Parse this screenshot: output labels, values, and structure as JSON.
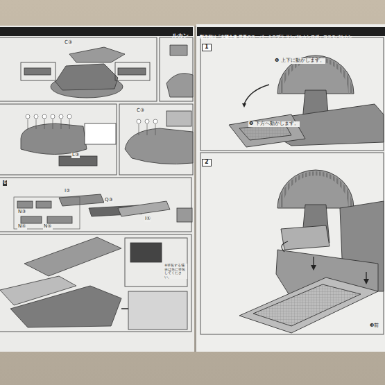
{
  "diagram": {
    "nodes": [
      {
        "text": [
          "ルカン"
        ]
      },
      {
        "text": [
          "製作例は「太陽合体 世界のスーパーミニプラ サンバルカンロボ」コスモバルカン"
        ]
      },
      {
        "text": [
          "1"
        ]
      },
      {
        "text": [
          "2"
        ]
      }
    ],
    "labels": [
      "C③",
      "L③",
      "C③",
      "6",
      "I②",
      "N③",
      "N④",
      "N⑤",
      "Q③",
      "I①",
      "※塗装する場合は先に塗装してください。",
      "❶ 上下に動かします。",
      "❷ 下方へ動かします。",
      "❸前"
    ]
  }
}
